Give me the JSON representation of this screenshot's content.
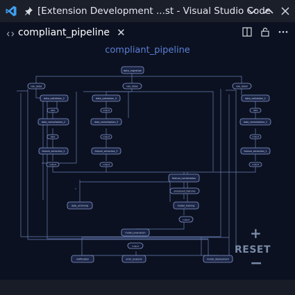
{
  "window": {
    "title": "[Extension Development ...st - Visual Studio Code"
  },
  "icons": {
    "app": "vscode-icon",
    "pin": "pin-icon",
    "chevron": "chevron-down-icon",
    "caret": "chevron-up-icon",
    "close": "close-icon",
    "split": "split-editor-icon",
    "lock": "lock-icon",
    "more": "more-icon",
    "code": "code-icon"
  },
  "tab": {
    "label": "compliant_pipeline",
    "close": "✕"
  },
  "graph": {
    "title": "compliant_pipeline",
    "nodes": {
      "data_ingestion": "data_ingestion",
      "raw_data_a": "raw_data1",
      "raw_data_b": "raw_data2",
      "raw_data_c": "raw_data3",
      "data_validation_2": "data_validation_2",
      "data_validation_3": "data_validation_3",
      "data_validation_1": "data_validation_1",
      "clean_2": "data",
      "clean_3": "output",
      "clean_1": "data",
      "data_normalization_2": "data_normalization_2",
      "data_normalization_3": "data_normalization_3",
      "data_normalization_1": "data_normalization_1",
      "norm_2": "data",
      "norm_3": "output",
      "norm_1": "output",
      "feature_extraction_2": "feature_extraction_2",
      "feature_extraction_3": "feature_extraction_3",
      "feature_extraction_1": "feature_extraction_1",
      "feat_2": "output",
      "feat_3": "output",
      "feat_1": "output",
      "feature_combination": "feature_combination",
      "processed_features": "processed_features",
      "data_archiving": "data_archiving",
      "model_training": "model_training",
      "model_out": "output",
      "model_evaluation": "model_evaluation",
      "eval_out": "output",
      "notification": "notification",
      "error_analysis": "error_analysis",
      "model_deployment": "model_deployment"
    }
  },
  "zoom": {
    "plus": "+",
    "reset": "RESET",
    "minus": "−"
  },
  "colors": {
    "background": "#0b1120",
    "edge": "#6b7fb8",
    "node_fill": "#1a2444",
    "node_stroke": "#8a9ccf",
    "accent": "#5b7fd6"
  }
}
